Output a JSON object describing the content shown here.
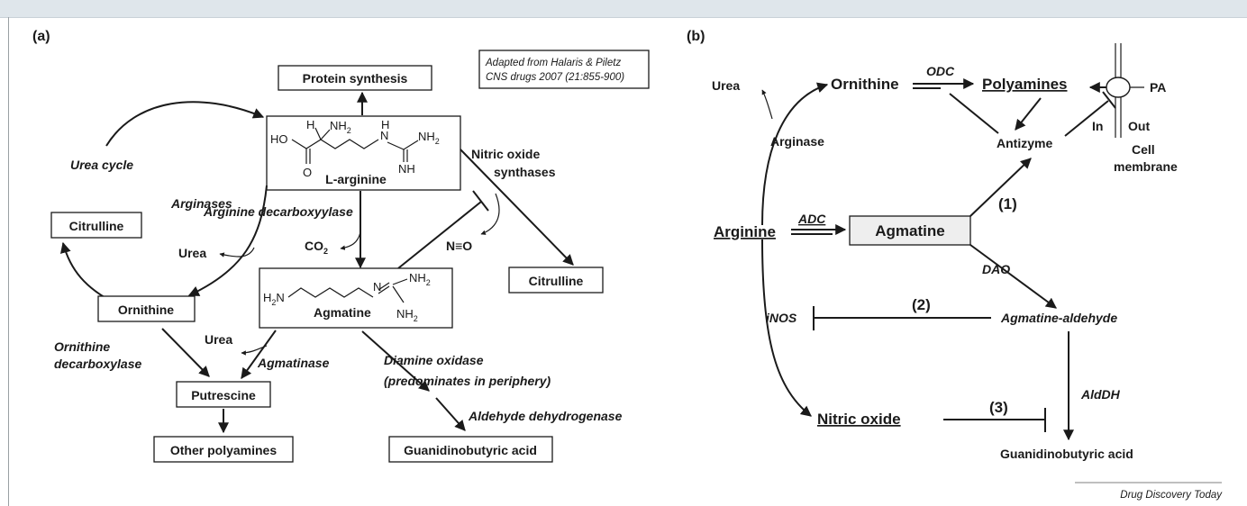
{
  "panel_a": {
    "label": "(a)",
    "citation_line1": "Adapted from Halaris & Piletz",
    "citation_line2": "CNS drugs 2007 (21:855-900)",
    "protein_synthesis": "Protein synthesis",
    "l_arginine": "L-arginine",
    "chem_ho": "HO",
    "chem_o": "O",
    "chem_h": "H",
    "chem_nh2": "NH",
    "chem_nh": "NH",
    "chem_n": "N",
    "chem_h_sub": "H",
    "chem_2": "2",
    "agmatine": "Agmatine",
    "agm_h2n": "H",
    "agm_n": "N",
    "urea_cycle": "Urea cycle",
    "arginases": "Arginases",
    "citrulline_left": "Citrulline",
    "urea_1": "Urea",
    "arginine_decarboxylase": "Arginine decarboxyylase",
    "co2": "CO",
    "nitric_oxide_synthases_l1": "Nitric oxide",
    "nitric_oxide_synthases_l2": "synthases",
    "no": "N≡O",
    "citrulline_right": "Citrulline",
    "ornithine": "Ornithine",
    "ornithine_decarboxylase_l1": "Ornithine",
    "ornithine_decarboxylase_l2": "decarboxylase",
    "urea_2": "Urea",
    "agmatinase": "Agmatinase",
    "putrescine": "Putrescine",
    "diamine_oxidase_l1": "Diamine oxidase",
    "diamine_oxidase_l2": "(predominates in periphery)",
    "aldehyde_dehydrogenase": "Aldehyde dehydrogenase",
    "other_polyamines": "Other polyamines",
    "guanidinobutyric_acid": "Guanidinobutyric acid"
  },
  "panel_b": {
    "label": "(b)",
    "urea": "Urea",
    "ornithine": "Ornithine",
    "odc": "ODC",
    "polyamines": "Polyamines",
    "pa": "PA",
    "in": "In",
    "out": "Out",
    "cell_membrane_l1": "Cell",
    "cell_membrane_l2": "membrane",
    "arginase": "Arginase",
    "antizyme": "Antizyme",
    "step1": "(1)",
    "arginine": "Arginine",
    "adc": "ADC",
    "agmatine": "Agmatine",
    "dao": "DAO",
    "inos": "iNOS",
    "step2": "(2)",
    "agmatine_aldehyde": "Agmatine-aldehyde",
    "step3": "(3)",
    "nitric_oxide": "Nitric oxide",
    "aldh": "AldDH",
    "guanidinobutyric_acid": "Guanidinobutyric acid"
  },
  "footer": {
    "source": "Drug Discovery Today"
  },
  "colors": {
    "header_band": "#dfe6eb",
    "agmatine_box": "#eeeeee",
    "ink": "#1a1a1a"
  }
}
